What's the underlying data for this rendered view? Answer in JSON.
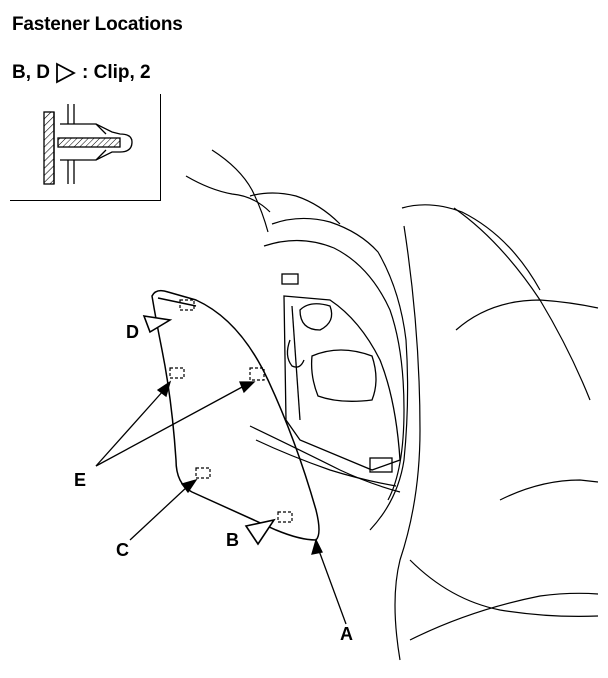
{
  "header": {
    "title": "Fastener Locations",
    "legend_prefix": "B, D",
    "legend_suffix": ": Clip, 2"
  },
  "callouts": {
    "a": "A",
    "b": "B",
    "c": "C",
    "d": "D",
    "e": "E"
  },
  "icons": {
    "legend_marker": "triangle-outline-icon"
  }
}
